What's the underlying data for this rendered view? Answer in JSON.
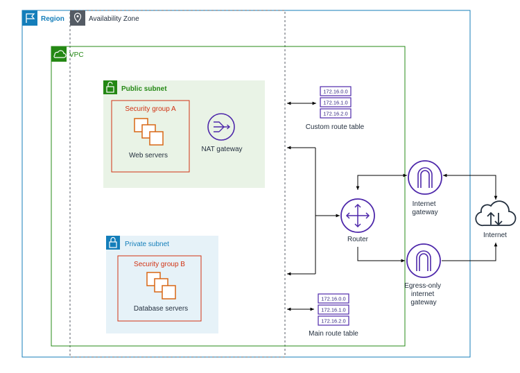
{
  "region": {
    "label": "Region"
  },
  "availability_zone": {
    "label": "Availability Zone"
  },
  "vpc": {
    "label": "VPC"
  },
  "public_subnet": {
    "label": "Public subnet",
    "security_group": {
      "label": "Security group A",
      "resource_label": "Web servers"
    },
    "nat_gateway_label": "NAT gateway"
  },
  "private_subnet": {
    "label": "Private subnet",
    "security_group": {
      "label": "Security group B",
      "resource_label": "Database servers"
    }
  },
  "custom_route_table": {
    "label": "Custom route table",
    "entries": [
      "172.16.0.0",
      "172.16.1.0",
      "172.16.2.0"
    ]
  },
  "main_route_table": {
    "label": "Main route table",
    "entries": [
      "172.16.0.0",
      "172.16.1.0",
      "172.16.2.0"
    ]
  },
  "router": {
    "label": "Router"
  },
  "internet_gateway": {
    "label_lines": [
      "Internet",
      "gateway"
    ]
  },
  "egress_only_gateway": {
    "label_lines": [
      "Egress-only",
      "internet",
      "gateway"
    ]
  },
  "internet": {
    "label": "Internet"
  },
  "colors": {
    "region": "#147eba",
    "availability_zone": "#545b64",
    "vpc": "#248814",
    "public_subnet_fill": "#e9f3e6",
    "public_subnet_icon": "#248814",
    "private_subnet_fill": "#e6f2f8",
    "private_subnet_icon": "#147eba",
    "security_group": "#d13212",
    "compute": "#d86613",
    "network": "#4d27aa",
    "internet": "#232f3e"
  }
}
